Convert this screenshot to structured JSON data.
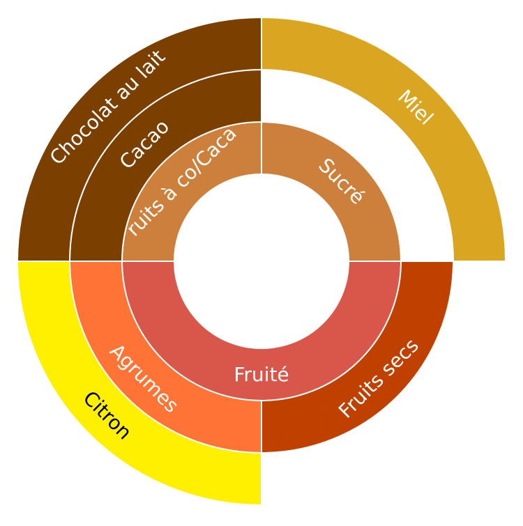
{
  "chart_data": {
    "type": "sunburst",
    "start_angle_deg": 0,
    "direction": "clockwise",
    "rings": [
      {
        "level": 1,
        "segments": [
          {
            "label": "Sucré",
            "value": 25,
            "color": "#CD7F3C",
            "text_color": "#ffffff"
          },
          {
            "label": "Fruité",
            "value": 50,
            "color": "#D9574A",
            "text_color": "#ffffff"
          },
          {
            "label": "ruits à co/Caca",
            "value": 25,
            "color": "#CD7F3C",
            "text_color": "#ffffff"
          }
        ]
      },
      {
        "level": 2,
        "segments": [
          {
            "label": "",
            "value": 25,
            "color": null
          },
          {
            "label": "Fruits secs",
            "value": 25,
            "color": "#C04000",
            "text_color": "#ffffff"
          },
          {
            "label": "Agrumes",
            "value": 25,
            "color": "#FF7435",
            "text_color": "#ffffff"
          },
          {
            "label": "Cacao",
            "value": 25,
            "color": "#7B3F00",
            "text_color": "#ffffff"
          }
        ]
      },
      {
        "level": 3,
        "segments": [
          {
            "label": "Miel",
            "value": 25,
            "color": "#DAA520",
            "text_color": "#ffffff"
          },
          {
            "label": "",
            "value": 25,
            "color": null
          },
          {
            "label": "Citron",
            "value": 25,
            "color": "#FFF000",
            "text_color": "#000000"
          },
          {
            "label": "Chocolat au lait",
            "value": 25,
            "color": "#7B3F00",
            "text_color": "#ffffff"
          }
        ]
      }
    ]
  }
}
